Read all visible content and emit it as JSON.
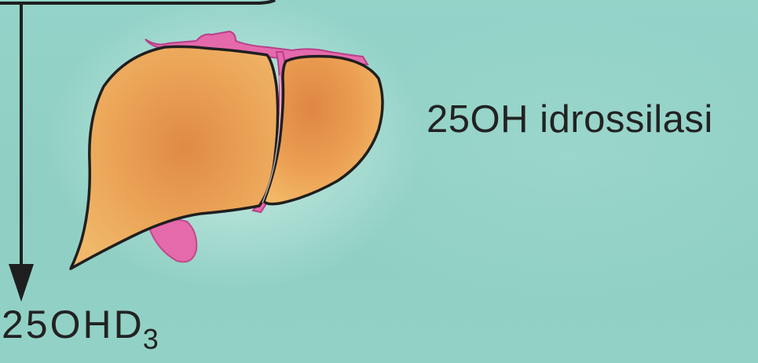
{
  "enzyme_label": "25OH idrossilasi",
  "product": {
    "base": "25OHD",
    "subscript": "3"
  },
  "colors": {
    "background": "#8fd0c5",
    "liver_fill": "#e9a24e",
    "liver_outline": "#1f1f1f",
    "vessels": "#e06aa8",
    "arrow": "#1f1f1f"
  },
  "icons": {
    "organ": "liver-icon",
    "flow": "down-arrow-icon"
  }
}
